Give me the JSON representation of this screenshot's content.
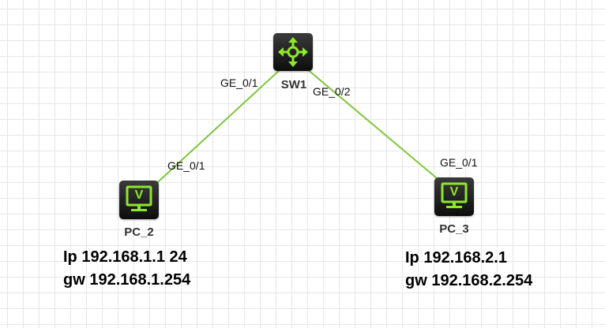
{
  "devices": {
    "sw1": {
      "name": "SW1",
      "icon": "switch-arrows-icon"
    },
    "pc2": {
      "name": "PC_2",
      "icon": "monitor-icon",
      "screen_letter": "V"
    },
    "pc3": {
      "name": "PC_3",
      "icon": "monitor-icon",
      "screen_letter": "V"
    }
  },
  "links": [
    {
      "from": "SW1",
      "from_port": "GE_0/1",
      "to": "PC_2",
      "to_port": "GE_0/1"
    },
    {
      "from": "SW1",
      "from_port": "GE_0/2",
      "to": "PC_3",
      "to_port": "GE_0/1"
    }
  ],
  "notes": {
    "pc2": {
      "ip": "Ip 192.168.1.1 24",
      "gw": "gw 192.168.1.254"
    },
    "pc3": {
      "ip": "Ip 192.168.2.1",
      "gw": "gw 192.168.2.254"
    }
  },
  "colors": {
    "link": "#7dc63b",
    "device_icon": "#8ee82b",
    "device_body": "#1a1a1a",
    "grid": "#e6e6e6"
  }
}
